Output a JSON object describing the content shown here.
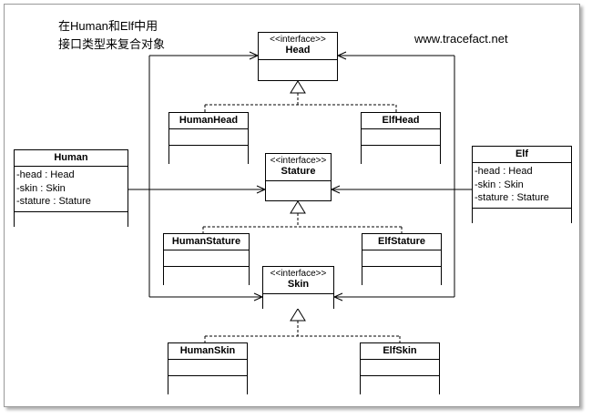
{
  "diagram": {
    "title_note": "在Human和Elf中用\n接口类型来复合对象",
    "watermark": "www.tracefact.net",
    "stereotype_label": "<<interface>>",
    "colors": {
      "line": "#000000",
      "box_fill": "#ffffff",
      "canvas_border": "#9a9a9a",
      "background": "#ffffff"
    },
    "interfaces": [
      {
        "name": "head-interface",
        "stereotype": "<<interface>>",
        "title": "Head"
      },
      {
        "name": "stature-interface",
        "stereotype": "<<interface>>",
        "title": "Stature"
      },
      {
        "name": "skin-interface",
        "stereotype": "<<interface>>",
        "title": "Skin"
      }
    ],
    "classes": [
      {
        "name": "human-class",
        "title": "Human",
        "attributes": [
          "-head : Head",
          "-skin : Skin",
          "-stature : Stature"
        ]
      },
      {
        "name": "elf-class",
        "title": "Elf",
        "attributes": [
          "-head : Head",
          "-skin : Skin",
          "-stature : Stature"
        ]
      }
    ],
    "implementations": [
      {
        "name": "human-head-class",
        "title": "HumanHead"
      },
      {
        "name": "elf-head-class",
        "title": "ElfHead"
      },
      {
        "name": "human-stature-class",
        "title": "HumanStature"
      },
      {
        "name": "elf-stature-class",
        "title": "ElfStature"
      },
      {
        "name": "human-skin-class",
        "title": "HumanSkin"
      },
      {
        "name": "elf-skin-class",
        "title": "ElfSkin"
      }
    ],
    "relationships": [
      {
        "type": "association",
        "from": "Human",
        "to": "Head"
      },
      {
        "type": "association",
        "from": "Human",
        "to": "Stature"
      },
      {
        "type": "association",
        "from": "Human",
        "to": "Skin"
      },
      {
        "type": "association",
        "from": "Elf",
        "to": "Head"
      },
      {
        "type": "association",
        "from": "Elf",
        "to": "Stature"
      },
      {
        "type": "association",
        "from": "Elf",
        "to": "Skin"
      },
      {
        "type": "realization",
        "from": "HumanHead",
        "to": "Head"
      },
      {
        "type": "realization",
        "from": "ElfHead",
        "to": "Head"
      },
      {
        "type": "realization",
        "from": "HumanStature",
        "to": "Stature"
      },
      {
        "type": "realization",
        "from": "ElfStature",
        "to": "Stature"
      },
      {
        "type": "realization",
        "from": "HumanSkin",
        "to": "Skin"
      },
      {
        "type": "realization",
        "from": "ElfSkin",
        "to": "Skin"
      }
    ]
  }
}
